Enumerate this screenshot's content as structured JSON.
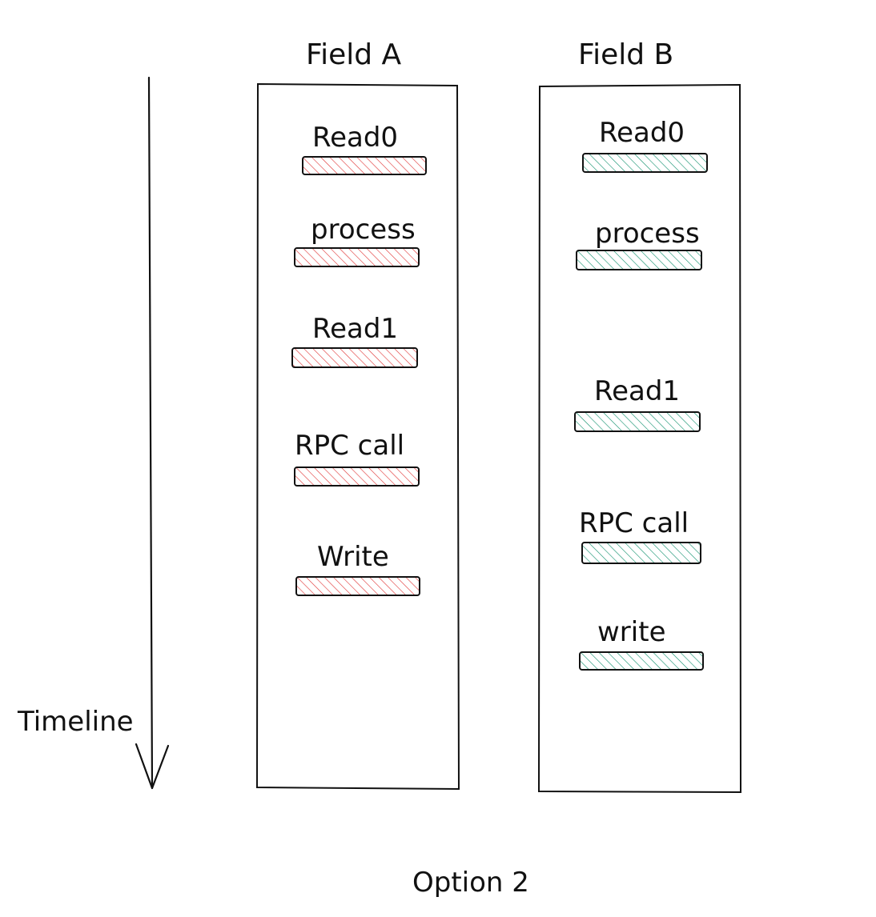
{
  "title": "Option 2",
  "timeline": {
    "label": "Timeline"
  },
  "colors": {
    "field_a": "#e03131",
    "field_b": "#0c8f6b",
    "stroke": "#111111"
  },
  "fields": [
    {
      "name": "Field A",
      "color_key": "field_a",
      "steps": [
        "Read0",
        "process",
        "Read1",
        "RPC call",
        "Write"
      ]
    },
    {
      "name": "Field B",
      "color_key": "field_b",
      "steps": [
        "Read0",
        "process",
        "Read1",
        "RPC call",
        "write"
      ]
    }
  ]
}
